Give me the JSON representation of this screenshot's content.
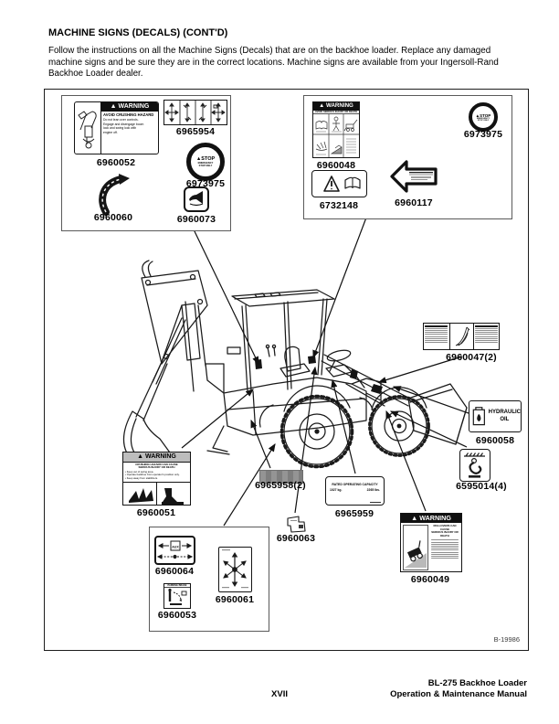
{
  "page": {
    "title": "MACHINE SIGNS (DECALS) (CONT'D)",
    "intro": "Follow the instructions on all the Machine Signs (Decals) that are on the backhoe loader. Replace any damaged machine signs and be sure they are in the correct locations. Machine signs are available from your Ingersoll-Rand Backhoe Loader dealer.",
    "figure_ref": "B-19986",
    "page_number": "XVII",
    "footer_line1": "BL-275 Backhoe Loader",
    "footer_line2": "Operation & Maintenance Manual"
  },
  "figure": {
    "parts": {
      "p6960052": "6960052",
      "p6965954": "6965954",
      "p6973975": "6973975",
      "p6960060": "6960060",
      "p6960073": "6960073",
      "p6960048": "6960048",
      "p6732148": "6732148",
      "p6960117": "6960117",
      "p6960047": "6960047(2)",
      "p6960058": "6960058",
      "p6595014": "6595014(4)",
      "p6965958": "6965958(2)",
      "p6965959": "6965959",
      "p6960063": "6960063",
      "p6960051": "6960051",
      "p6960064": "6960064",
      "p6960061": "6960061",
      "p6960053": "6960053",
      "p6960049": "6960049"
    }
  },
  "decals": {
    "warning": "WARNING",
    "warn_tri": "▲",
    "stop": "STOP",
    "emergency": "EMERGENCY",
    "stop_only": "STOP ONLY",
    "avoid_crushing": "AVOID CRUSHING HAZARD",
    "crush_b1": "Do not lean over controls.",
    "crush_b2": "Engage and disengage boom",
    "crush_b3": "lock and swing lock with",
    "crush_b4": "engine off.",
    "avoid_serious": "AVOID SERIOUS INJURY OR DEATH",
    "hydraulic1": "HYDRAULIC",
    "hydraulic2": "OIL",
    "rated_title": "RATED OPERATING CAPACITY",
    "rated_kg": "1027 kg.",
    "rated_lbs": "2265 lbs.",
    "crushing_t1": "CRUSHING HAZARD CAN CAUSE",
    "crushing_t2": "SERIOUS INJURY OR DEATH",
    "crushing_b1": "Keep out of swing area.",
    "crushing_b2": "Operate backhoe from operator's position only.",
    "crushing_b3": "Keep away from stabilizers.",
    "rollover_t1": "ROLLOVERS CAN CAUSE",
    "rollover_t2": "SERIOUS INJURY OR DEATH",
    "aux": "AUX",
    "parking_brake": "PARKING BRAKE"
  }
}
